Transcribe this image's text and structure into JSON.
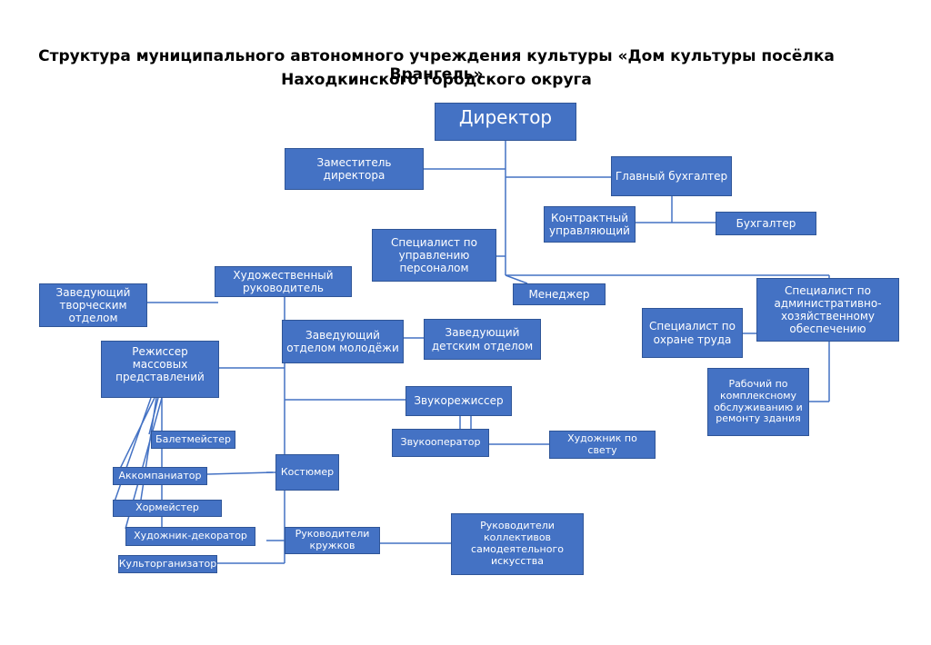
{
  "title": {
    "line1": "Структура муниципального автономного учреждения культуры «Дом культуры посёлка Врангель»",
    "line2": "Находкинского городского округа"
  },
  "colors": {
    "box_fill": "#4472c4",
    "box_border": "#2f5597",
    "line": "#4472c4",
    "text": "#ffffff"
  },
  "nodes": {
    "director": "Директор",
    "deputy": "Заместитель директора",
    "chief_accountant": "Главный бухгалтер",
    "contract_manager": "Контрактный управляющий",
    "accountant": "Бухгалтер",
    "hr_specialist": "Специалист по управлению персоналом",
    "art_director": "Художественный руководитель",
    "manager": "Менеджер",
    "creative_head": "Заведующий творческим отделом",
    "youth_head": "Заведующий отделом молодёжи",
    "children_head": "Заведующий детским отделом",
    "admin_specialist": "Специалист по административно-хозяйственному обеспечению",
    "safety_specialist": "Специалист по охране труда",
    "maintenance_worker": "Рабочий по комплексному обслуживанию и ремонту здания",
    "mass_director": "Режиссер массовых представлений",
    "sound_director": "Звукорежиссер",
    "sound_operator": "Звукооператор",
    "lighting_artist": "Художник по свету",
    "ballet_master": "Балетмейстер",
    "accompanist": "Аккомпаниатор",
    "choirmaster": "Хормейстер",
    "costumer": "Костюмер",
    "decorator": "Художник-декоратор",
    "club_heads": "Руководители кружков",
    "amateur_heads": "Руководители коллективов самодеятельного искусства",
    "culture_organizer": "Культорганизатор"
  }
}
